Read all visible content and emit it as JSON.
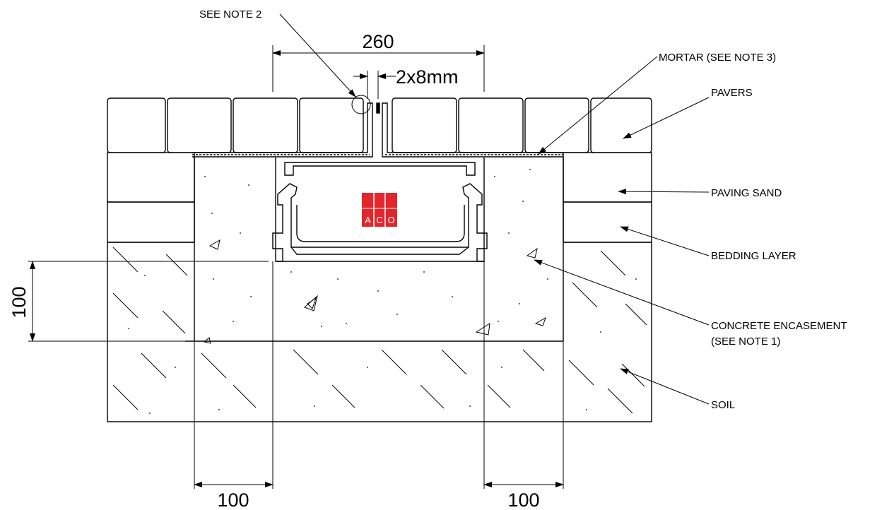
{
  "dimensions": {
    "channel_width": "260",
    "slot_gap": "2x8mm",
    "encasement_depth": "100",
    "encasement_left": "100",
    "encasement_right": "100"
  },
  "labels": {
    "see_note_2": "SEE NOTE 2",
    "mortar": "MORTAR (SEE NOTE 3)",
    "pavers": "PAVERS",
    "paving_sand": "PAVING SAND",
    "bedding_layer": "BEDDING LAYER",
    "concrete_encasement_line1": "CONCRETE ENCASEMENT",
    "concrete_encasement_line2": "(SEE NOTE 1)",
    "soil": "SOIL"
  },
  "logo": {
    "letters": [
      "A",
      "C",
      "O"
    ],
    "color": "#e3262b"
  }
}
